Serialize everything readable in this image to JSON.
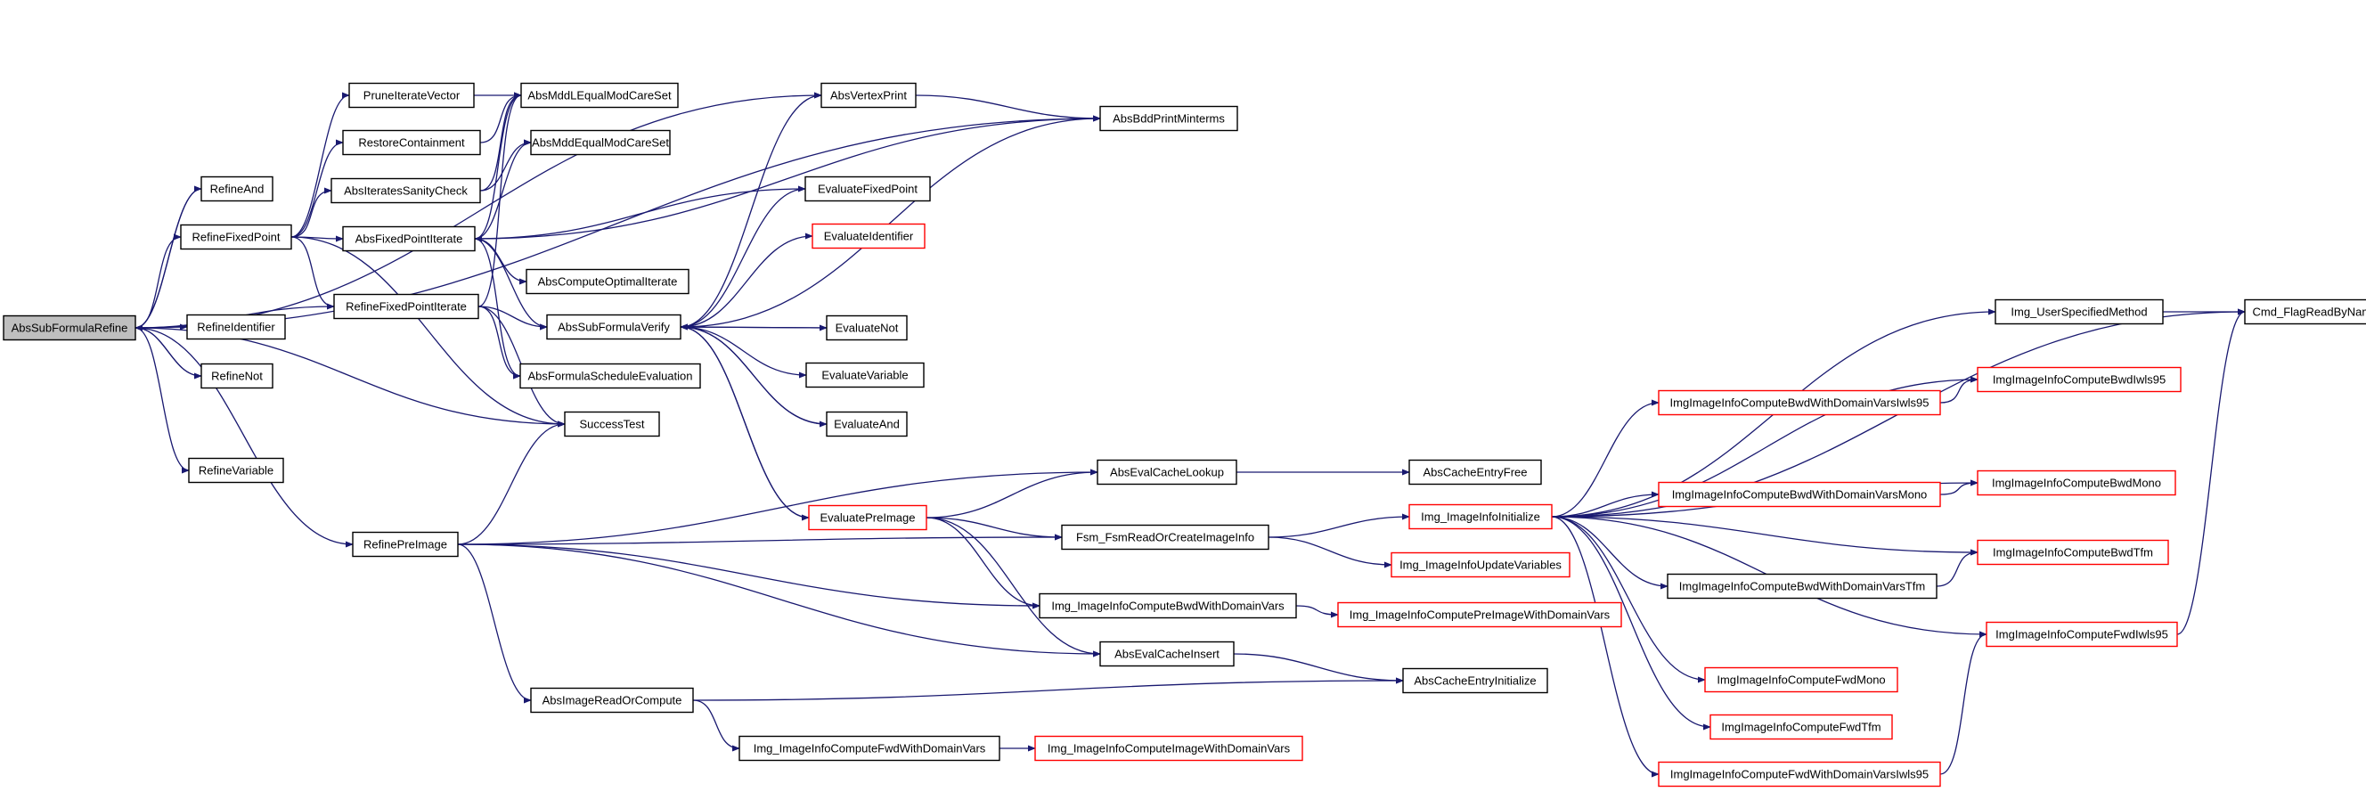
{
  "colors": {
    "edge": "#191970",
    "box_border": "#000000",
    "incomplete_border": "#ff0000",
    "root_fill": "#bfbfbf"
  },
  "nodes": [
    {
      "id": "AbsSubFormulaRefine",
      "label": "AbsSubFormulaRefine",
      "root": true
    },
    {
      "id": "RefineAnd",
      "label": "RefineAnd"
    },
    {
      "id": "RefineFixedPoint",
      "label": "RefineFixedPoint"
    },
    {
      "id": "RefineFixedPointIterate",
      "label": "RefineFixedPointIterate"
    },
    {
      "id": "RefineIdentifier",
      "label": "RefineIdentifier"
    },
    {
      "id": "RefineNot",
      "label": "RefineNot"
    },
    {
      "id": "RefineVariable",
      "label": "RefineVariable"
    },
    {
      "id": "RefinePreImage",
      "label": "RefinePreImage"
    },
    {
      "id": "PruneIterateVector",
      "label": "PruneIterateVector"
    },
    {
      "id": "RestoreContainment",
      "label": "RestoreContainment"
    },
    {
      "id": "AbsIteratesSanityCheck",
      "label": "AbsIteratesSanityCheck"
    },
    {
      "id": "AbsFixedPointIterate",
      "label": "AbsFixedPointIterate"
    },
    {
      "id": "AbsMddLEqualModCareSet",
      "label": "AbsMddLEqualModCareSet"
    },
    {
      "id": "AbsMddEqualModCareSet",
      "label": "AbsMddEqualModCareSet"
    },
    {
      "id": "AbsComputeOptimalIterate",
      "label": "AbsComputeOptimalIterate"
    },
    {
      "id": "AbsSubFormulaVerify",
      "label": "AbsSubFormulaVerify"
    },
    {
      "id": "AbsFormulaScheduleEvaluation",
      "label": "AbsFormulaScheduleEvaluation"
    },
    {
      "id": "SuccessTest",
      "label": "SuccessTest"
    },
    {
      "id": "AbsVertexPrint",
      "label": "AbsVertexPrint"
    },
    {
      "id": "AbsBddPrintMinterms",
      "label": "AbsBddPrintMinterms"
    },
    {
      "id": "EvaluateFixedPoint",
      "label": "EvaluateFixedPoint"
    },
    {
      "id": "EvaluateIdentifier",
      "label": "EvaluateIdentifier",
      "incomplete": true
    },
    {
      "id": "EvaluateNot",
      "label": "EvaluateNot"
    },
    {
      "id": "EvaluateVariable",
      "label": "EvaluateVariable"
    },
    {
      "id": "EvaluateAnd",
      "label": "EvaluateAnd"
    },
    {
      "id": "EvaluatePreImage",
      "label": "EvaluatePreImage",
      "incomplete": true
    },
    {
      "id": "AbsEvalCacheLookup",
      "label": "AbsEvalCacheLookup"
    },
    {
      "id": "AbsCacheEntryFree",
      "label": "AbsCacheEntryFree"
    },
    {
      "id": "Fsm_FsmReadOrCreateImageInfo",
      "label": "Fsm_FsmReadOrCreateImageInfo"
    },
    {
      "id": "Img_ImageInfoInitialize",
      "label": "Img_ImageInfoInitialize",
      "incomplete": true
    },
    {
      "id": "Img_ImageInfoUpdateVariables",
      "label": "Img_ImageInfoUpdateVariables",
      "incomplete": true
    },
    {
      "id": "Img_ImageInfoComputeBwdWithDomainVars",
      "label": "Img_ImageInfoComputeBwdWithDomainVars"
    },
    {
      "id": "Img_ImageInfoComputePreImageWithDomainVars",
      "label": "Img_ImageInfoComputePreImageWithDomainVars",
      "incomplete": true
    },
    {
      "id": "AbsEvalCacheInsert",
      "label": "AbsEvalCacheInsert"
    },
    {
      "id": "AbsCacheEntryInitialize",
      "label": "AbsCacheEntryInitialize"
    },
    {
      "id": "AbsImageReadOrCompute",
      "label": "AbsImageReadOrCompute"
    },
    {
      "id": "Img_ImageInfoComputeFwdWithDomainVars",
      "label": "Img_ImageInfoComputeFwdWithDomainVars"
    },
    {
      "id": "Img_ImageInfoComputeImageWithDomainVars",
      "label": "Img_ImageInfoComputeImageWithDomainVars",
      "incomplete": true
    },
    {
      "id": "Img_UserSpecifiedMethod",
      "label": "Img_UserSpecifiedMethod"
    },
    {
      "id": "Cmd_FlagReadByName",
      "label": "Cmd_FlagReadByName"
    },
    {
      "id": "ImgImageInfoComputeBwdWithDomainVarsIwls95",
      "label": "ImgImageInfoComputeBwdWithDomainVarsIwls95",
      "incomplete": true
    },
    {
      "id": "ImgImageInfoComputeBwdIwls95",
      "label": "ImgImageInfoComputeBwdIwls95",
      "incomplete": true
    },
    {
      "id": "ImgImageInfoComputeBwdWithDomainVarsMono",
      "label": "ImgImageInfoComputeBwdWithDomainVarsMono",
      "incomplete": true
    },
    {
      "id": "ImgImageInfoComputeBwdMono",
      "label": "ImgImageInfoComputeBwdMono",
      "incomplete": true
    },
    {
      "id": "ImgImageInfoComputeBwdTfm",
      "label": "ImgImageInfoComputeBwdTfm",
      "incomplete": true
    },
    {
      "id": "ImgImageInfoComputeBwdWithDomainVarsTfm",
      "label": "ImgImageInfoComputeBwdWithDomainVarsTfm"
    },
    {
      "id": "ImgImageInfoComputeFwdIwls95",
      "label": "ImgImageInfoComputeFwdIwls95",
      "incomplete": true
    },
    {
      "id": "ImgImageInfoComputeFwdMono",
      "label": "ImgImageInfoComputeFwdMono",
      "incomplete": true
    },
    {
      "id": "ImgImageInfoComputeFwdTfm",
      "label": "ImgImageInfoComputeFwdTfm",
      "incomplete": true
    },
    {
      "id": "ImgImageInfoComputeFwdWithDomainVarsIwls95",
      "label": "ImgImageInfoComputeFwdWithDomainVarsIwls95",
      "incomplete": true
    }
  ],
  "edges": [
    [
      "AbsSubFormulaRefine",
      "RefineAnd"
    ],
    [
      "AbsSubFormulaRefine",
      "RefineFixedPoint"
    ],
    [
      "AbsSubFormulaRefine",
      "RefineIdentifier"
    ],
    [
      "AbsSubFormulaRefine",
      "RefineNot"
    ],
    [
      "AbsSubFormulaRefine",
      "RefineVariable"
    ],
    [
      "AbsSubFormulaRefine",
      "RefinePreImage"
    ],
    [
      "AbsSubFormulaRefine",
      "SuccessTest"
    ],
    [
      "AbsSubFormulaRefine",
      "AbsVertexPrint"
    ],
    [
      "AbsSubFormulaRefine",
      "AbsBddPrintMinterms"
    ],
    [
      "RefineAnd",
      "AbsSubFormulaRefine"
    ],
    [
      "RefineNot",
      "AbsSubFormulaRefine"
    ],
    [
      "RefineFixedPointIterate",
      "AbsSubFormulaRefine"
    ],
    [
      "RefineFixedPoint",
      "PruneIterateVector"
    ],
    [
      "RefineFixedPoint",
      "RestoreContainment"
    ],
    [
      "RefineFixedPoint",
      "AbsIteratesSanityCheck"
    ],
    [
      "RefineFixedPoint",
      "AbsFixedPointIterate"
    ],
    [
      "RefineFixedPoint",
      "RefineFixedPointIterate"
    ],
    [
      "RefineFixedPoint",
      "SuccessTest"
    ],
    [
      "PruneIterateVector",
      "AbsMddLEqualModCareSet"
    ],
    [
      "RestoreContainment",
      "AbsMddLEqualModCareSet"
    ],
    [
      "AbsIteratesSanityCheck",
      "AbsMddLEqualModCareSet"
    ],
    [
      "AbsIteratesSanityCheck",
      "AbsMddEqualModCareSet"
    ],
    [
      "AbsFixedPointIterate",
      "AbsMddLEqualModCareSet"
    ],
    [
      "AbsFixedPointIterate",
      "AbsMddEqualModCareSet"
    ],
    [
      "AbsFixedPointIterate",
      "AbsBddPrintMinterms"
    ],
    [
      "AbsFixedPointIterate",
      "AbsComputeOptimalIterate"
    ],
    [
      "AbsFixedPointIterate",
      "AbsSubFormulaVerify"
    ],
    [
      "AbsFixedPointIterate",
      "AbsFormulaScheduleEvaluation"
    ],
    [
      "RefineFixedPointIterate",
      "AbsMddLEqualModCareSet"
    ],
    [
      "RefineFixedPointIterate",
      "AbsSubFormulaVerify"
    ],
    [
      "RefineFixedPointIterate",
      "AbsFormulaScheduleEvaluation"
    ],
    [
      "RefineFixedPointIterate",
      "SuccessTest"
    ],
    [
      "EvaluateFixedPoint",
      "AbsFixedPointIterate"
    ],
    [
      "AbsSubFormulaVerify",
      "AbsVertexPrint"
    ],
    [
      "AbsSubFormulaVerify",
      "AbsBddPrintMinterms"
    ],
    [
      "AbsSubFormulaVerify",
      "EvaluateFixedPoint"
    ],
    [
      "AbsSubFormulaVerify",
      "EvaluateIdentifier"
    ],
    [
      "AbsSubFormulaVerify",
      "EvaluateNot"
    ],
    [
      "AbsSubFormulaVerify",
      "EvaluateVariable"
    ],
    [
      "AbsSubFormulaVerify",
      "EvaluateAnd"
    ],
    [
      "AbsSubFormulaVerify",
      "EvaluatePreImage"
    ],
    [
      "EvaluateNot",
      "AbsSubFormulaVerify"
    ],
    [
      "EvaluateAnd",
      "AbsSubFormulaVerify"
    ],
    [
      "EvaluatePreImage",
      "AbsSubFormulaVerify"
    ],
    [
      "AbsVertexPrint",
      "AbsBddPrintMinterms"
    ],
    [
      "RefinePreImage",
      "SuccessTest"
    ],
    [
      "RefinePreImage",
      "AbsEvalCacheLookup"
    ],
    [
      "RefinePreImage",
      "Fsm_FsmReadOrCreateImageInfo"
    ],
    [
      "RefinePreImage",
      "Img_ImageInfoComputeBwdWithDomainVars"
    ],
    [
      "RefinePreImage",
      "AbsEvalCacheInsert"
    ],
    [
      "RefinePreImage",
      "AbsImageReadOrCompute"
    ],
    [
      "EvaluatePreImage",
      "AbsEvalCacheLookup"
    ],
    [
      "EvaluatePreImage",
      "Fsm_FsmReadOrCreateImageInfo"
    ],
    [
      "EvaluatePreImage",
      "Img_ImageInfoComputeBwdWithDomainVars"
    ],
    [
      "EvaluatePreImage",
      "AbsEvalCacheInsert"
    ],
    [
      "AbsEvalCacheLookup",
      "AbsCacheEntryFree"
    ],
    [
      "Fsm_FsmReadOrCreateImageInfo",
      "Img_ImageInfoInitialize"
    ],
    [
      "Fsm_FsmReadOrCreateImageInfo",
      "Img_ImageInfoUpdateVariables"
    ],
    [
      "Img_ImageInfoComputeBwdWithDomainVars",
      "Img_ImageInfoComputePreImageWithDomainVars"
    ],
    [
      "AbsEvalCacheInsert",
      "AbsCacheEntryInitialize"
    ],
    [
      "AbsImageReadOrCompute",
      "AbsCacheEntryInitialize"
    ],
    [
      "AbsImageReadOrCompute",
      "Img_ImageInfoComputeFwdWithDomainVars"
    ],
    [
      "Img_ImageInfoComputeFwdWithDomainVars",
      "Img_ImageInfoComputeImageWithDomainVars"
    ],
    [
      "Img_ImageInfoInitialize",
      "Cmd_FlagReadByName"
    ],
    [
      "Img_ImageInfoInitialize",
      "Img_UserSpecifiedMethod"
    ],
    [
      "Img_ImageInfoInitialize",
      "ImgImageInfoComputeBwdIwls95"
    ],
    [
      "Img_ImageInfoInitialize",
      "ImgImageInfoComputeBwdWithDomainVarsIwls95"
    ],
    [
      "Img_ImageInfoInitialize",
      "ImgImageInfoComputeBwdMono"
    ],
    [
      "Img_ImageInfoInitialize",
      "ImgImageInfoComputeBwdWithDomainVarsMono"
    ],
    [
      "Img_ImageInfoInitialize",
      "ImgImageInfoComputeBwdTfm"
    ],
    [
      "Img_ImageInfoInitialize",
      "ImgImageInfoComputeBwdWithDomainVarsTfm"
    ],
    [
      "Img_ImageInfoInitialize",
      "ImgImageInfoComputeFwdIwls95"
    ],
    [
      "Img_ImageInfoInitialize",
      "ImgImageInfoComputeFwdMono"
    ],
    [
      "Img_ImageInfoInitialize",
      "ImgImageInfoComputeFwdTfm"
    ],
    [
      "Img_ImageInfoInitialize",
      "ImgImageInfoComputeFwdWithDomainVarsIwls95"
    ],
    [
      "Img_UserSpecifiedMethod",
      "Cmd_FlagReadByName"
    ],
    [
      "ImgImageInfoComputeFwdIwls95",
      "Cmd_FlagReadByName"
    ],
    [
      "ImgImageInfoComputeBwdWithDomainVarsIwls95",
      "ImgImageInfoComputeBwdIwls95"
    ],
    [
      "ImgImageInfoComputeBwdWithDomainVarsMono",
      "ImgImageInfoComputeBwdMono"
    ],
    [
      "ImgImageInfoComputeBwdWithDomainVarsTfm",
      "ImgImageInfoComputeBwdTfm"
    ],
    [
      "ImgImageInfoComputeFwdWithDomainVarsIwls95",
      "ImgImageInfoComputeFwdIwls95"
    ]
  ]
}
